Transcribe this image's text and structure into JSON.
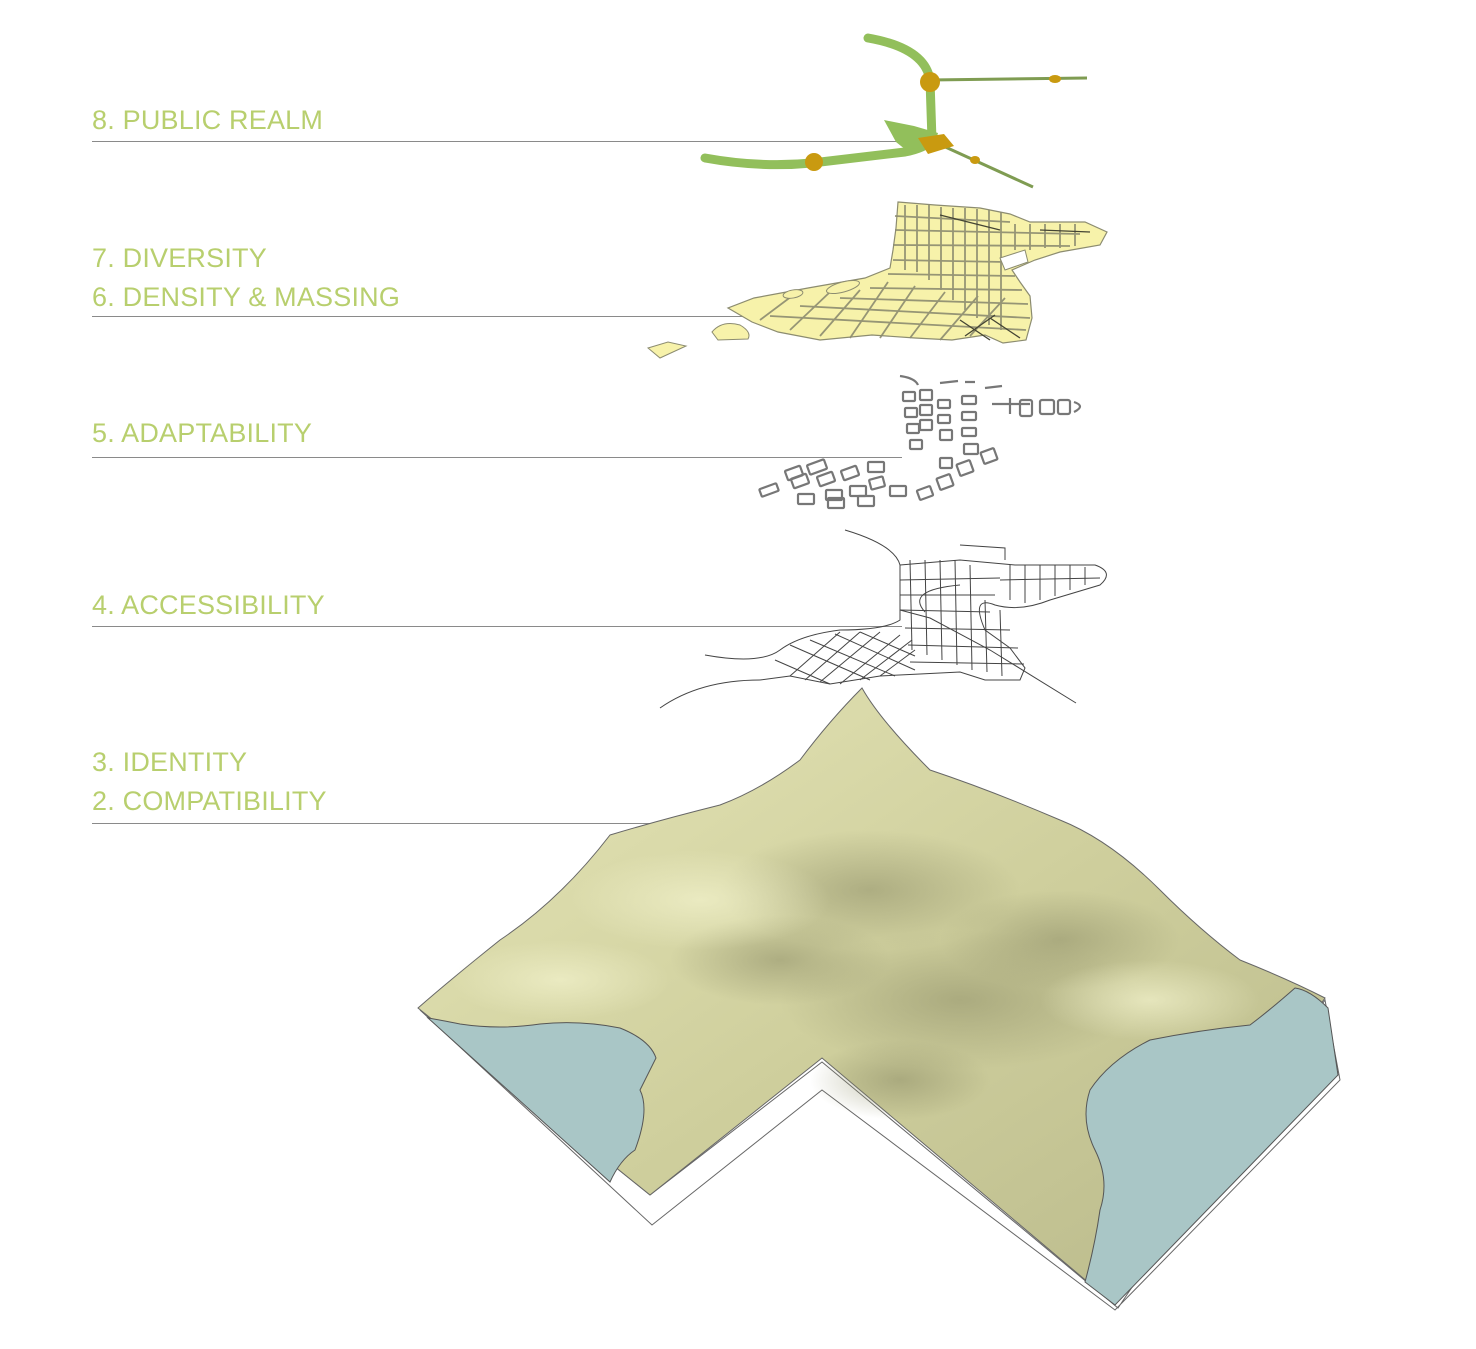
{
  "layers": [
    {
      "id": "public-realm",
      "labels": [
        "8. PUBLIC REALM"
      ]
    },
    {
      "id": "diversity-density",
      "labels": [
        "7. DIVERSITY",
        "6. DENSITY & MASSING"
      ]
    },
    {
      "id": "adaptability",
      "labels": [
        "5. ADAPTABILITY"
      ]
    },
    {
      "id": "accessibility",
      "labels": [
        "4. ACCESSIBILITY"
      ]
    },
    {
      "id": "identity-compatibility",
      "labels": [
        "3. IDENTITY",
        "2. COMPATIBILITY"
      ]
    }
  ],
  "colors": {
    "label_text": "#b8cf6e",
    "leader_line": "#8a8a8a",
    "public_realm_path": "#92bf5b",
    "public_realm_node": "#c99a10",
    "block_fill": "#f7f2aa",
    "block_stroke": "#8c8c70",
    "adapt_outline": "#777777",
    "street_line": "#444444",
    "terrain": "#dcdcaa",
    "terrain_shadow": "#9c9c74",
    "water": "#a9c6c6"
  }
}
